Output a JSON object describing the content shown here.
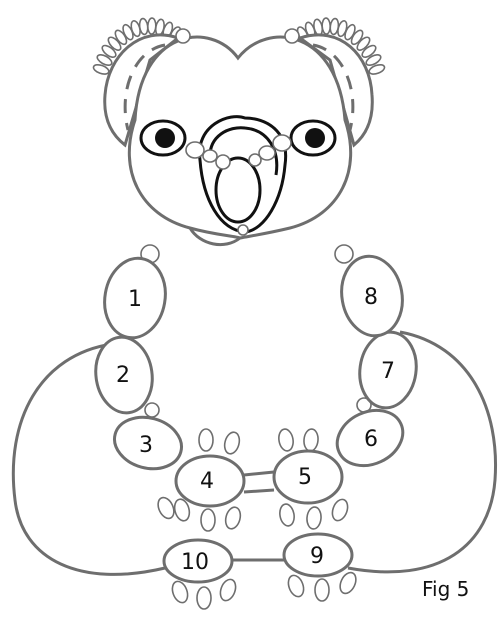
{
  "figure": {
    "caption": "Fig 5",
    "pieces": [
      {
        "id": "piece-1",
        "label": "1"
      },
      {
        "id": "piece-2",
        "label": "2"
      },
      {
        "id": "piece-3",
        "label": "3"
      },
      {
        "id": "piece-4",
        "label": "4"
      },
      {
        "id": "piece-5",
        "label": "5"
      },
      {
        "id": "piece-6",
        "label": "6"
      },
      {
        "id": "piece-7",
        "label": "7"
      },
      {
        "id": "piece-8",
        "label": "8"
      },
      {
        "id": "piece-9",
        "label": "9"
      },
      {
        "id": "piece-10",
        "label": "10"
      }
    ]
  },
  "colors": {
    "outline": "#6e6e6e",
    "accent_dark": "#111111",
    "background": "#ffffff"
  }
}
